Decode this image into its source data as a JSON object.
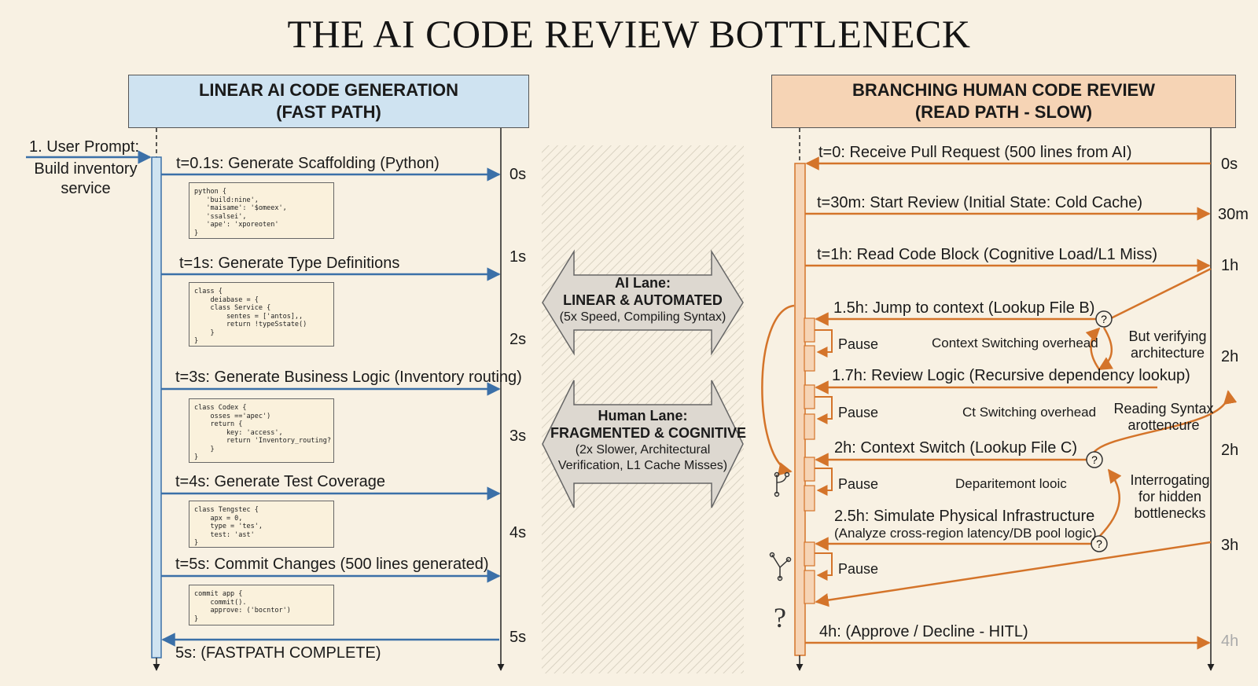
{
  "title": "THE AI CODE REVIEW BOTTLENECK",
  "left": {
    "header": [
      "LINEAR AI CODE GENERATION",
      "(FAST PATH)"
    ],
    "prompt": [
      "1. User Prompt:",
      "Build inventory",
      "service"
    ],
    "steps": [
      "t=0.1s: Generate Scaffolding (Python)",
      "t=1s: Generate Type Definitions",
      "t=3s: Generate Business Logic (Inventory routing)",
      "t=4s: Generate Test Coverage",
      "t=5s: Commit Changes (500 lines generated)",
      "5s: (FASTPATH COMPLETE)"
    ],
    "ticks": [
      "0s",
      "1s",
      "2s",
      "3s",
      "4s",
      "5s"
    ],
    "code_blocks": [
      "python {\n   'build:nine',\n   'maisame': '$omeex',\n   'ssalsei',\n   'ape': 'xporeoten'\n}",
      "class {\n    deiabase = {\n    class Service {\n        sentes = ['antos],,\n        return !typeSstate()\n    }\n}",
      "class Codex {\n    osses =='apec')\n    return {\n        key: 'access',\n        return 'Inventory_routing?\n    }\n}",
      "class Tengstec {\n    apx = 0,\n    type = 'tes',\n    test: 'ast'\n}",
      "commit app {\n    commit().\n    approve: ('bocntor')\n}"
    ]
  },
  "middle": {
    "ai_lane": [
      "AI Lane:",
      "LINEAR & AUTOMATED",
      "(5x Speed, Compiling Syntax)"
    ],
    "human_lane": [
      "Human Lane:",
      "FRAGMENTED & COGNITIVE",
      "(2x Slower, Architectural",
      "Verification, L1 Cache Misses)"
    ]
  },
  "right": {
    "header": [
      "BRANCHING HUMAN CODE REVIEW",
      "(READ PATH - SLOW)"
    ],
    "steps": [
      "t=0: Receive Pull Request (500 lines from AI)",
      "t=30m: Start Review (Initial State: Cold Cache)",
      "t=1h: Read Code Block (Cognitive Load/L1 Miss)",
      "1.5h: Jump to context (Lookup File B)",
      "1.7h: Review Logic (Recursive dependency lookup)",
      "2h: Context Switch (Lookup File C)",
      "2.5h: Simulate Physical Infrastructure",
      "(Analyze cross-region latency/DB pool logic)",
      "4h: (Approve / Decline - HITL)"
    ],
    "pause_label": "Pause",
    "overheads": [
      "Context Switching overhead",
      "Ct Switching overhead",
      "Deparitemont looic"
    ],
    "side_notes": [
      [
        "But verifying",
        "architecture"
      ],
      [
        "Reading Syntax",
        "arottencure"
      ],
      [
        "Interrogating",
        "for hidden",
        "bottlenecks"
      ]
    ],
    "ticks": [
      "0s",
      "30m",
      "1h",
      "2h",
      "2h",
      "3h",
      "4h"
    ]
  },
  "colors": {
    "blue": "#3b70a8",
    "orange": "#d4742a",
    "blue_header": "#cfe3f1",
    "orange_header": "#f6d4b5",
    "background": "#f8f1e3"
  },
  "icons": [
    "robot-icon",
    "human-head-icon",
    "question-mark-icon",
    "branch-icon",
    "double-arrow-icon"
  ]
}
